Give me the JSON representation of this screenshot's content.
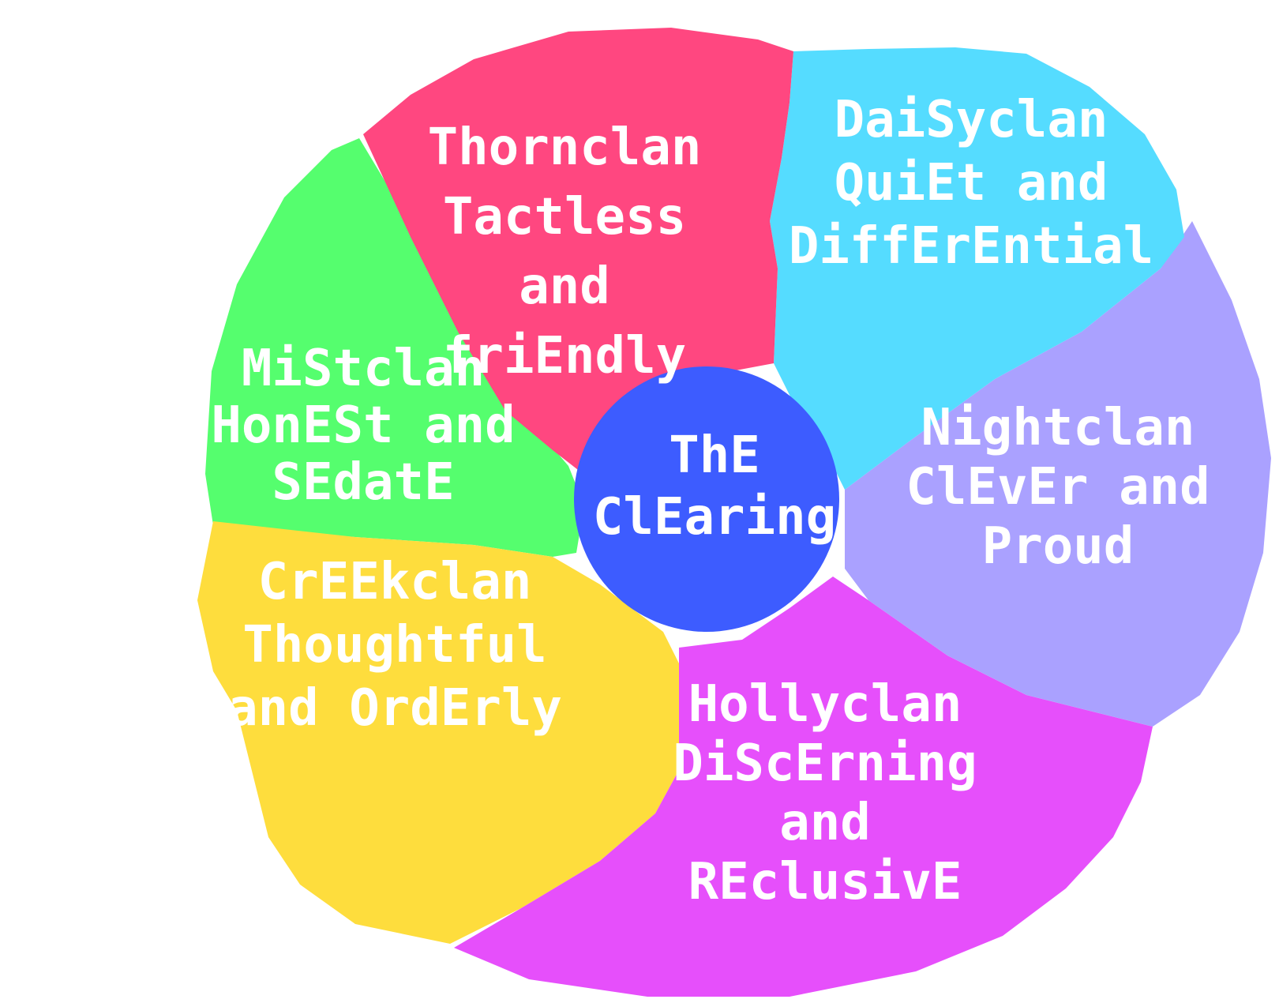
{
  "colors": {
    "background": "#ffffff",
    "label_text": "#ffffff",
    "thornclan": "#ff4780",
    "daisyclan": "#55dcff",
    "nightclan": "#aaa1ff",
    "hollyclan": "#e64ffb",
    "creekclan": "#fedd3d",
    "mistclan": "#55fe6e",
    "clearing": "#3d5cff"
  },
  "regions": {
    "thornclan": {
      "lines": [
        "Thornclan",
        "Tactless",
        "and",
        "friEndly"
      ]
    },
    "daisyclan": {
      "lines": [
        "DaiSyclan",
        "QuiEt and",
        "DiffErEntial"
      ]
    },
    "nightclan": {
      "lines": [
        "Nightclan",
        "ClEvEr and",
        "Proud"
      ]
    },
    "hollyclan": {
      "lines": [
        "Hollyclan",
        "DiScErning",
        "and",
        "REclusivE"
      ]
    },
    "creekclan": {
      "lines": [
        "CrEEkclan",
        "Thoughtful",
        "and OrdErly"
      ]
    },
    "mistclan": {
      "lines": [
        "MiStclan",
        "HonESt and",
        "SEdatE"
      ]
    },
    "clearing": {
      "lines": [
        "ThE",
        "ClEaring"
      ]
    }
  }
}
